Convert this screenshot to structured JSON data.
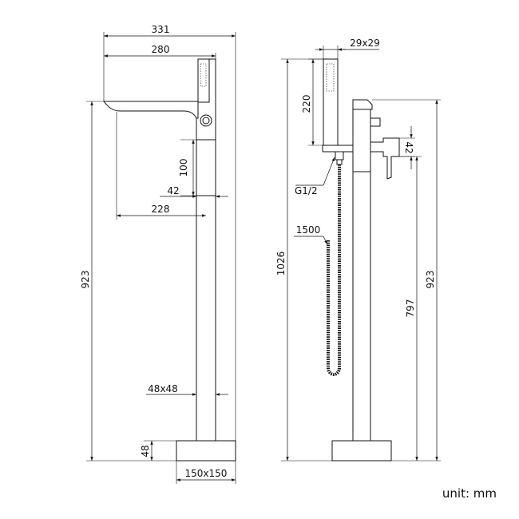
{
  "dimensions": {
    "total_width": "331",
    "spout_width": "280",
    "diverter_height": "100",
    "diverter_width": "42",
    "spout_reach": "228",
    "total_height_front": "923",
    "pipe_section": "48x48",
    "base_height": "48",
    "base_size": "150x150",
    "handshower_section": "29x29",
    "handshower_length": "220",
    "connection_thread": "G1/2",
    "hose_length": "1500",
    "total_height_side": "1026",
    "handle_height": "42",
    "holder_height": "797",
    "spout_height_side": "923"
  },
  "unit_label": "unit: mm"
}
